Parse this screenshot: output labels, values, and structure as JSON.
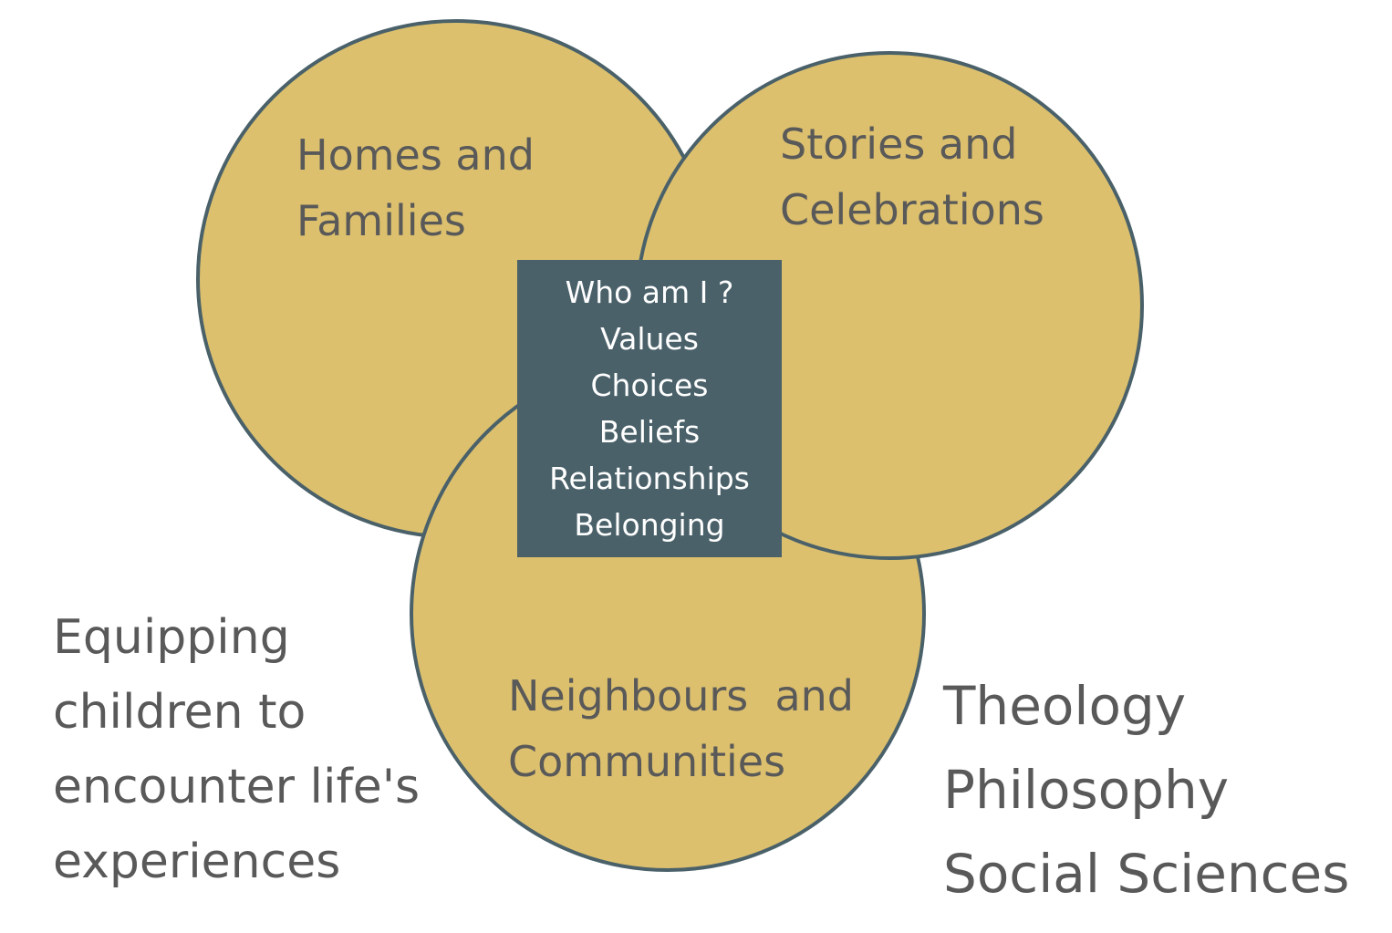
{
  "colors": {
    "circle_fill": "#dcc06e",
    "circle_stroke": "#4a616a",
    "box_fill": "#4a616a",
    "text": "#595959"
  },
  "circles": [
    {
      "id": "homes",
      "lines": [
        "Homes and",
        "Families"
      ]
    },
    {
      "id": "stories",
      "lines": [
        "Stories and",
        "Celebrations"
      ]
    },
    {
      "id": "neighbours",
      "lines": [
        "Neighbours  and",
        "Communities"
      ]
    }
  ],
  "center_box": [
    "Who am I ?",
    "Values",
    "Choices",
    "Beliefs",
    "Relationships",
    "Belonging"
  ],
  "left_text": [
    "Equipping",
    "children to",
    "encounter life's",
    "experiences"
  ],
  "right_text": [
    "Theology",
    "Philosophy",
    "Social Sciences"
  ]
}
